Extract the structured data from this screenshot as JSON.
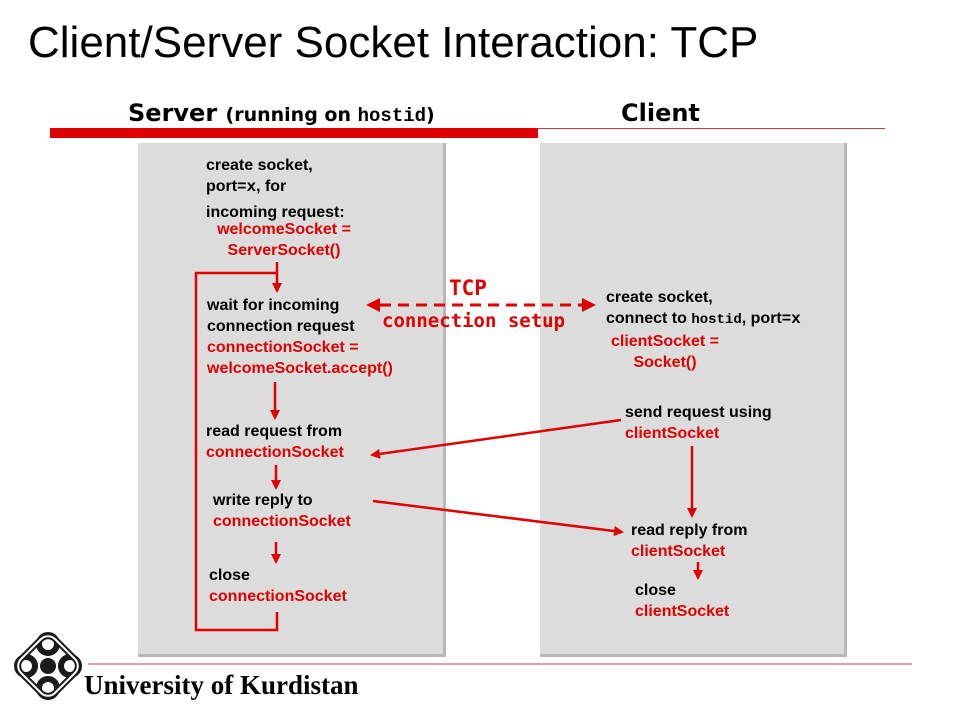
{
  "title": "Client/Server Socket Interaction: TCP",
  "server_header": {
    "label": "Server",
    "paren_open": "(",
    "running_on": "running on",
    "host": "hostid",
    "paren_close": ")"
  },
  "client_header": {
    "label": "Client"
  },
  "server_steps": {
    "create_line1": "create socket,",
    "create_line2_a": "port=",
    "create_line2_b": "x",
    "create_line2_c": ", for",
    "create_line3": "incoming request:",
    "create_code1": "welcomeSocket =",
    "create_code2": "ServerSocket()",
    "wait_line1": "wait for incoming",
    "wait_line2": "connection request",
    "wait_code1": "connectionSocket =",
    "wait_code2": "welcomeSocket.accept()",
    "read_line1": "read request from",
    "read_code": "connectionSocket",
    "write_line1": "write reply to",
    "write_code": "connectionSocket",
    "close_line1": "close",
    "close_code": "connectionSocket"
  },
  "client_steps": {
    "create_line1": "create socket,",
    "create_line2_a": "connect to ",
    "create_line2_b": "hostid",
    "create_line2_c": ", port=",
    "create_line2_d": "x",
    "create_code1": "clientSocket =",
    "create_code2": "Socket()",
    "send_line1": "send request using",
    "send_code": "clientSocket",
    "read_line1": "read reply from",
    "read_code": "clientSocket",
    "close_line1": "close",
    "close_code": "clientSocket"
  },
  "tcp_label": {
    "line1": "TCP",
    "line2": "connection setup"
  },
  "footer": {
    "university": "University of Kurdistan",
    "logo_icon": "university-logo-icon"
  },
  "colors": {
    "accent_red": "#e00000",
    "panel_gray": "#dcdcdc"
  }
}
